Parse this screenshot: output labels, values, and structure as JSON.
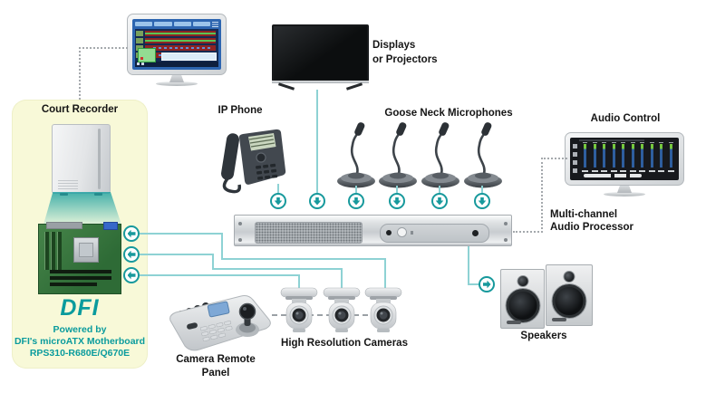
{
  "court_station": {
    "label": "Court Recorder",
    "brand": "DFI",
    "powered_by": "Powered by",
    "board": "DFI's microATX Motherboard",
    "model": "RPS310-R680E/Q670E"
  },
  "devices": {
    "ip_phone": {
      "label": "IP Phone"
    },
    "display": {
      "label_line1": "Displays",
      "label_line2": "or Projectors"
    },
    "microphones": {
      "label": "Goose Neck Microphones",
      "count": 4
    },
    "audio_control": {
      "label": "Audio Control"
    },
    "processor": {
      "label_line1": "Multi-channel",
      "label_line2": "Audio Processor"
    },
    "speakers": {
      "label": "Speakers"
    },
    "cameras": {
      "label": "High Resolution Cameras",
      "count": 3
    },
    "remote_panel": {
      "label_line1": "Camera Remote",
      "label_line2": "Panel"
    }
  },
  "colors": {
    "accent_teal": "#17999c",
    "line_teal": "#8ed2d4",
    "panel_yellow": "#f8f9d8",
    "dfi_teal": "#0a9b9d",
    "label_text": "#151515"
  }
}
